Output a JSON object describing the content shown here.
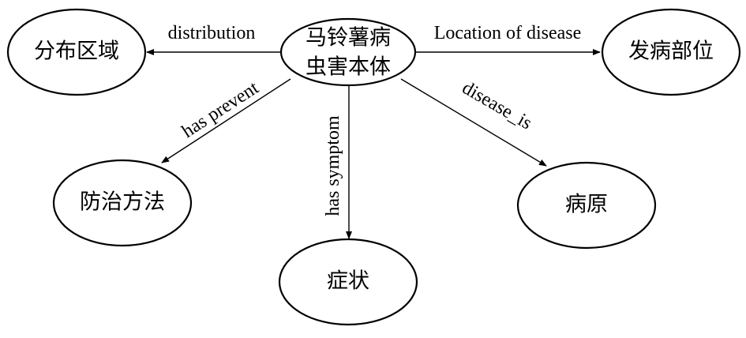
{
  "diagram": {
    "center": {
      "line1": "马铃薯病",
      "line2": "虫害本体"
    },
    "nodes": {
      "distribution": "分布区域",
      "location": "发病部位",
      "prevention": "防治方法",
      "symptom": "症状",
      "pathogen": "病原"
    },
    "edges": {
      "distribution": "distribution",
      "location": "Location of disease",
      "prevention": "has prevent",
      "symptom": "has symptom",
      "pathogen": "disease_is"
    }
  }
}
